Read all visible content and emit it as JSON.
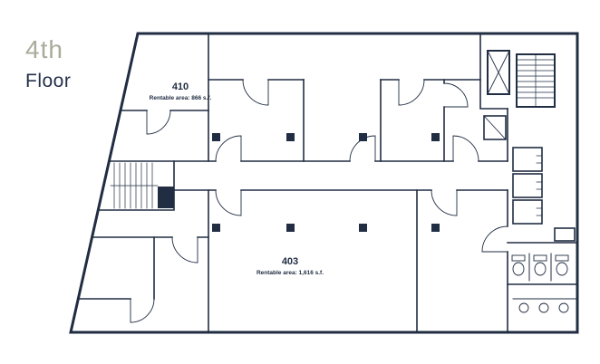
{
  "header": {
    "floor_number": "4th",
    "floor_word": "Floor"
  },
  "units": [
    {
      "number": "410",
      "area_label": "Rentable area: 866 s.f."
    },
    {
      "number": "403",
      "area_label": "Rentable area: 1,616 s.f."
    }
  ],
  "colors": {
    "background": "#ffffff",
    "wall_line": "#212d42",
    "floor_number_text": "#a9ab9b",
    "floor_word_text": "#24304a"
  },
  "features": [
    "stairwell",
    "elevator-shaft",
    "elevator-bank",
    "restrooms",
    "structural-columns",
    "door-swings"
  ]
}
